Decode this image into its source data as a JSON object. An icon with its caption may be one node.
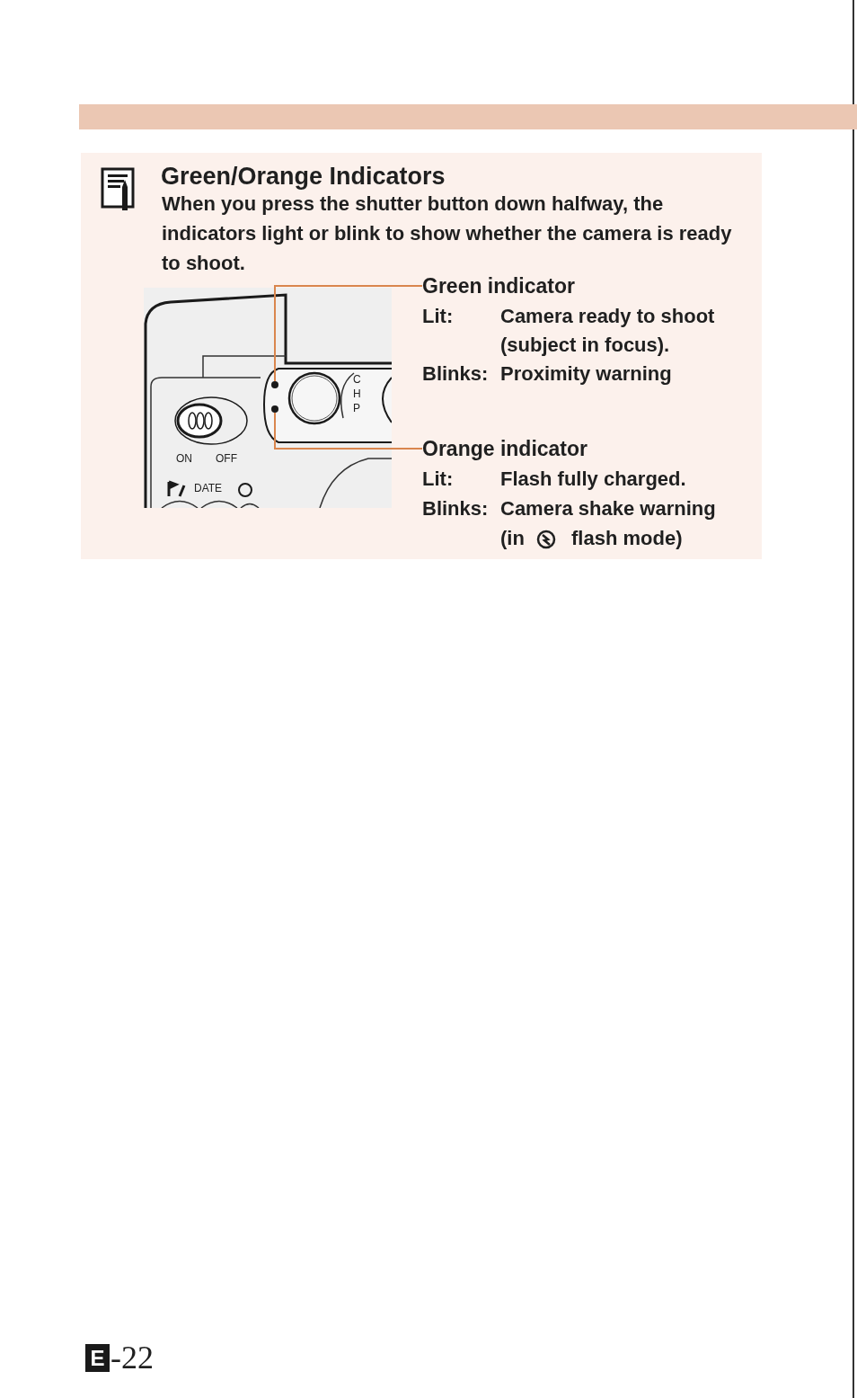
{
  "diagram": {
    "title": "Green/Orange Indicators",
    "nodes": [
      {
        "text": [
          "Green indicator"
        ]
      },
      {
        "text": [],
        "shape": "circle"
      },
      {
        "text": [
          "Orange indicator"
        ]
      },
      {
        "text": [],
        "shape": "circle"
      }
    ],
    "edges": [
      {
        "from": 0,
        "to": 1,
        "arrow": "none",
        "color": "#d9864e"
      },
      {
        "from": 2,
        "to": 3,
        "arrow": "none",
        "color": "#d9864e"
      }
    ],
    "labels": [
      "When you press the shutter button down halfway, the indicators light or blink to show whether the camera is ready to shoot.",
      "Lit:",
      "Camera ready to shoot (subject in focus).",
      "Blinks:",
      "Proximity warning",
      "Lit:",
      "Flash fully charged.",
      "Blinks:",
      "Camera shake warning",
      "(in",
      "flash mode)",
      "C",
      "H",
      "P",
      "ON",
      "OFF",
      "DATE",
      "E",
      "-22"
    ]
  }
}
